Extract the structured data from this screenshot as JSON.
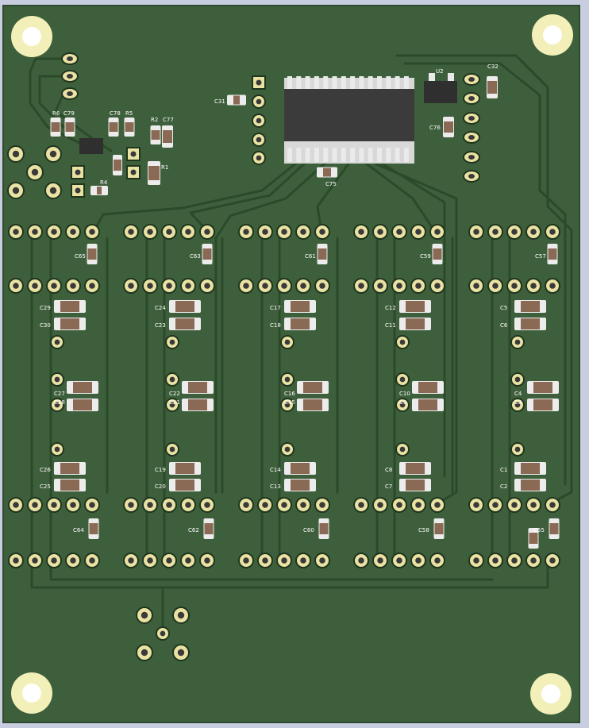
{
  "board": {
    "colors": {
      "background": "#c9cde0",
      "soldermask": "#3e5f3c",
      "trace": "#2b4a2a",
      "copper_pad": "#e9e2a3",
      "pad_hole": "#3a3a3a",
      "mounting_pad": "#f2efb8",
      "ic_body": "#3b3b3b",
      "cap_body": "#8a6a55",
      "cap_end": "#ececec",
      "silkscreen": "#ffffff"
    },
    "labels": {
      "top": [
        "R6",
        "C79",
        "C78",
        "R5",
        "R2",
        "C77",
        "R1",
        "R4",
        "C31",
        "U2",
        "C32",
        "C76",
        "C75"
      ],
      "row1_small": [
        "C65",
        "C63",
        "C61",
        "C59",
        "C57"
      ],
      "row2_pairs": [
        [
          "C29",
          "C30"
        ],
        [
          "C24",
          "C23"
        ],
        [
          "C17",
          "C18"
        ],
        [
          "C12",
          "C11"
        ],
        [
          "C5",
          "C6"
        ]
      ],
      "row3_pairs": [
        [
          "C27",
          "C28"
        ],
        [
          "C22",
          "C21"
        ],
        [
          "C16",
          "C15"
        ],
        [
          "C10",
          "C9"
        ],
        [
          "C4",
          "C3"
        ]
      ],
      "row4_pairs": [
        [
          "C26",
          "C25"
        ],
        [
          "C19",
          "C20"
        ],
        [
          "C14",
          "C13"
        ],
        [
          "C8",
          "C7"
        ],
        [
          "C1",
          "C2"
        ]
      ],
      "row5_small": [
        "C64",
        "C62",
        "C60",
        "C58",
        "C55"
      ]
    }
  }
}
